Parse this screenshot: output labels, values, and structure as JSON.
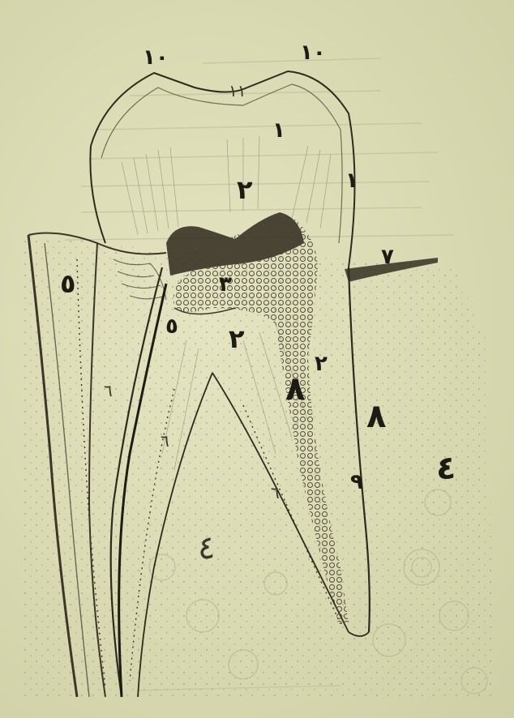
{
  "figure": {
    "colors": {
      "paper": "#dcdcb4",
      "ink": "#1c1c14",
      "pencil": "#6e6e58",
      "shade": "#3d3527"
    },
    "labels": [
      {
        "id": "label-1-0-left",
        "text": "١٠"
      },
      {
        "id": "label-1-0-right",
        "text": "١٠"
      },
      {
        "id": "label-11",
        "text": "١١"
      },
      {
        "id": "label-1-crown",
        "text": "١"
      },
      {
        "id": "label-1-side",
        "text": "١"
      },
      {
        "id": "label-2-crown",
        "text": "٢"
      },
      {
        "id": "label-3-pulp",
        "text": "٣"
      },
      {
        "id": "label-2-pulp",
        "text": "٢"
      },
      {
        "id": "label-2-root",
        "text": "٢"
      },
      {
        "id": "label-7",
        "text": "٧"
      },
      {
        "id": "label-5-left",
        "text": "٥"
      },
      {
        "id": "label-5-mid",
        "text": "٥"
      },
      {
        "id": "label-8-mid",
        "text": "٨"
      },
      {
        "id": "label-8-right",
        "text": "٨"
      },
      {
        "id": "label-4-right",
        "text": "٤"
      },
      {
        "id": "label-4-bottom",
        "text": "٤"
      },
      {
        "id": "label-9-right",
        "text": "٩"
      },
      {
        "id": "label-6-left",
        "text": "٦"
      },
      {
        "id": "label-6-mid",
        "text": "٦"
      },
      {
        "id": "label-6-right",
        "text": "٦"
      }
    ]
  }
}
